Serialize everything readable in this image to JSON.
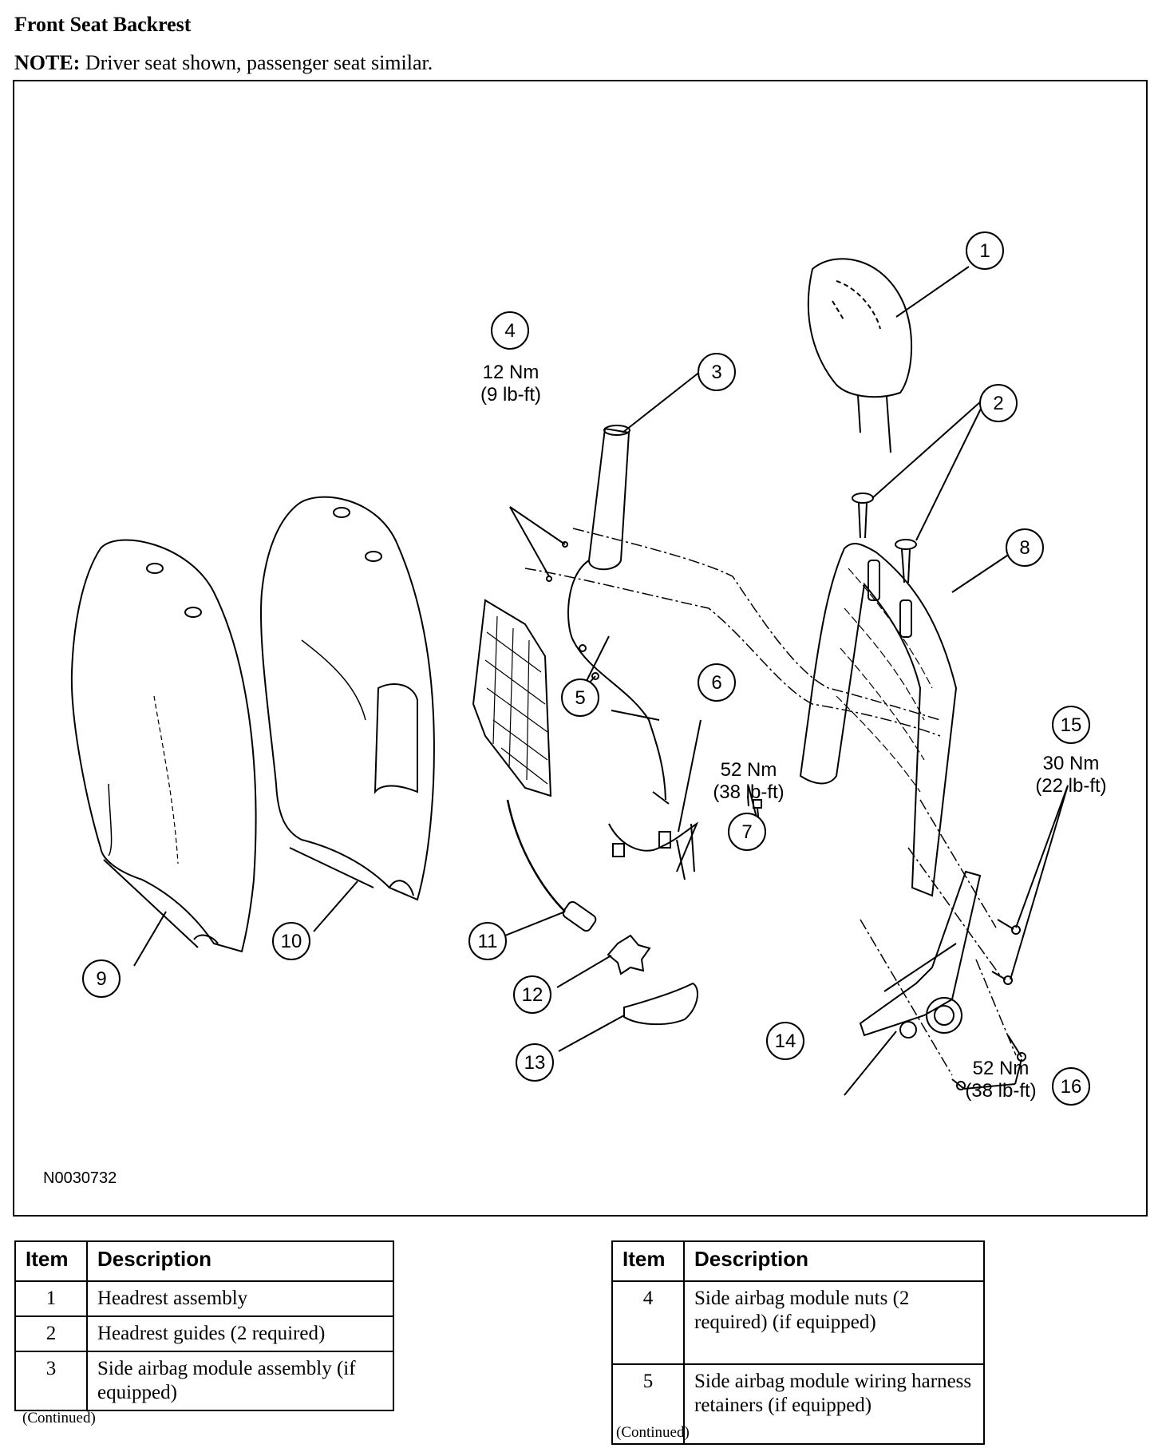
{
  "title": "Front Seat Backrest",
  "note": {
    "label": "NOTE:",
    "text": " Driver seat shown, passenger seat similar."
  },
  "figure": {
    "ref_code": "N0030732",
    "callouts": [
      "1",
      "2",
      "3",
      "4",
      "5",
      "6",
      "7",
      "8",
      "9",
      "10",
      "11",
      "12",
      "13",
      "14",
      "15",
      "16"
    ],
    "torques": {
      "t4": [
        "12 Nm",
        "(9 lb-ft)"
      ],
      "t7": [
        "52 Nm",
        "(38 lb-ft)"
      ],
      "t15": [
        "30 Nm",
        "(22 lb-ft)"
      ],
      "t16": [
        "52 Nm",
        "(38 lb-ft)"
      ]
    }
  },
  "legend_left": {
    "headers": [
      "Item",
      "Description"
    ],
    "rows": [
      {
        "item": "1",
        "description": "Headrest assembly"
      },
      {
        "item": "2",
        "description": "Headrest guides (2 required)"
      },
      {
        "item": "3",
        "description": "Side airbag module assembly (if equipped)"
      }
    ],
    "continued": "(Continued)"
  },
  "legend_right": {
    "headers": [
      "Item",
      "Description"
    ],
    "rows": [
      {
        "item": "4",
        "description": "Side airbag module nuts (2 required) (if equipped)"
      },
      {
        "item": "5",
        "description": "Side airbag module wiring harness retainers (if equipped)"
      }
    ],
    "continued": "(Continued)"
  }
}
